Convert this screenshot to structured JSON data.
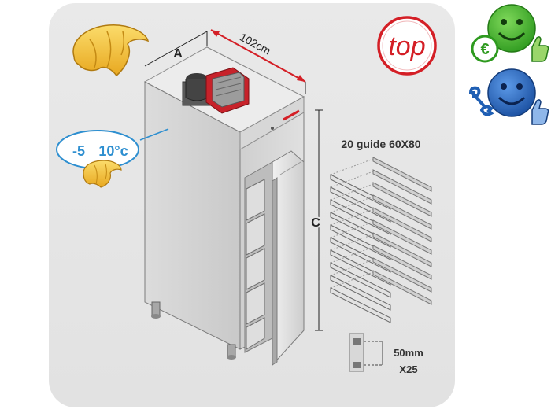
{
  "dimensions": {
    "width_label": "A",
    "depth_value": "102cm",
    "height_label": "C"
  },
  "temperature": {
    "min": "-5",
    "max": "10°c"
  },
  "guides": {
    "title": "20 guide 60X80",
    "pitch": "50mm",
    "count": "X25"
  },
  "badge": {
    "top_text": "top"
  },
  "colors": {
    "accent_red": "#d41f26",
    "temp_blue": "#2e8fd0",
    "smiley_green": "#3fae2a",
    "smiley_blue": "#1f5fb4",
    "croissant_yellow": "#f4c43a"
  },
  "icons": [
    "croissant-icon",
    "top-badge-icon",
    "euro-smiley-icon",
    "service-smiley-icon"
  ]
}
